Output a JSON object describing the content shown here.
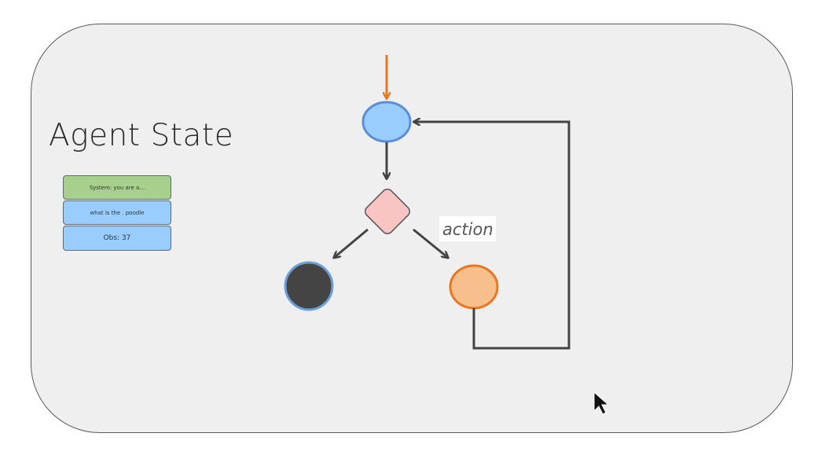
{
  "title": "Agent State",
  "state_cards": {
    "system": "System: you are a…",
    "question": "what is the . poodle",
    "observation": "Obs: 37"
  },
  "edge_labels": {
    "action": "action"
  },
  "colors": {
    "entry_arrow": "#e87722",
    "start_node": "#99ccff",
    "decision_node": "#f8c4c4",
    "end_node": "#444444",
    "action_node": "#f7bf8c",
    "system_card": "#a8d08d",
    "message_card": "#99ccff"
  },
  "icons": {
    "cursor": "mouse-pointer-icon"
  }
}
